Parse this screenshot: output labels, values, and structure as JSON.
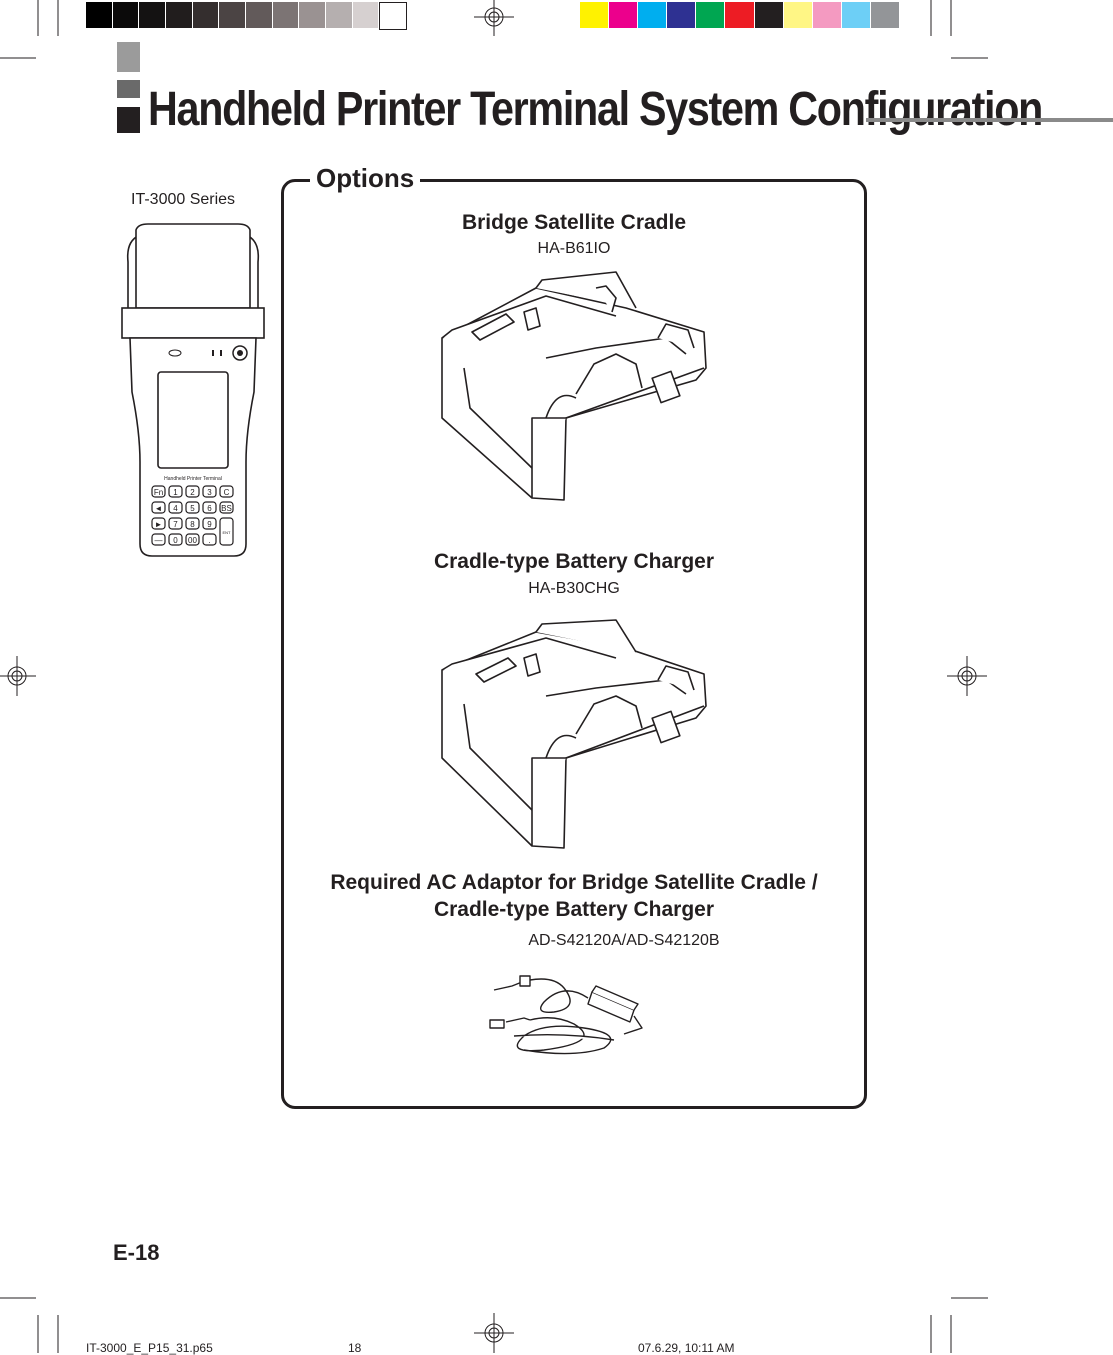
{
  "page": {
    "title": "Handheld Printer Terminal System Configuration",
    "page_number": "E-18"
  },
  "device": {
    "series_label": "IT-3000 Series",
    "brand_text": "Handheld Printer Terminal",
    "keys": [
      "Fn",
      "1",
      "2",
      "3",
      "C",
      "◄",
      "4",
      "5",
      "6",
      "BS",
      "►",
      "7",
      "8",
      "9",
      "ENT",
      "—",
      "0",
      "00",
      "."
    ]
  },
  "options": {
    "label": "Options",
    "items": [
      {
        "name": "Bridge Satellite Cradle",
        "model": "HA-B61IO"
      },
      {
        "name": "Cradle-type Battery Charger",
        "model": "HA-B30CHG"
      },
      {
        "name_line1": "Required AC Adaptor for Bridge Satellite Cradle /",
        "name_line2": "Cradle-type Battery Charger",
        "model": "AD-S42120A/AD-S42120B"
      }
    ]
  },
  "print_footer": {
    "file": "IT-3000_E_P15_31.p65",
    "page": "18",
    "timestamp": "07.6.29, 10:11 AM"
  },
  "colors": {
    "gray_ramp": [
      "#000000",
      "#0b0a0a",
      "#141212",
      "#211d1d",
      "#342e2e",
      "#4b4444",
      "#625a5a",
      "#7c7474",
      "#9a9292",
      "#b5afaf",
      "#d6d0d0",
      "#ffffff"
    ],
    "process_bar": [
      "#fff200",
      "#ec008c",
      "#00aeef",
      "#2e3192",
      "#00a651",
      "#ed1c24",
      "#231f20",
      "#fff685",
      "#f49ac1",
      "#6dcff6",
      "#939598"
    ],
    "ink": "#231f20"
  }
}
